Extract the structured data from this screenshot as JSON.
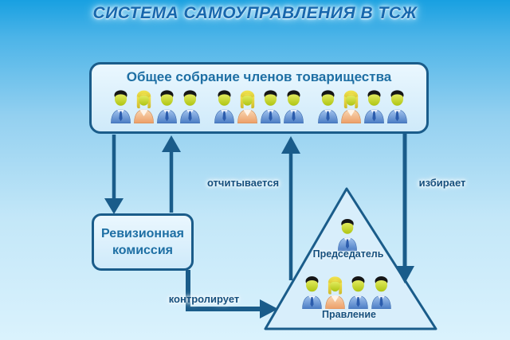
{
  "title": "СИСТЕМА САМОУПРАВЛЕНИЯ В ТСЖ",
  "meeting_box": {
    "label": "Общее собрание членов товарищества",
    "member_groups": [
      [
        "man",
        "woman",
        "man",
        "man"
      ],
      [
        "man",
        "woman",
        "man",
        "man"
      ],
      [
        "man",
        "woman",
        "man",
        "man"
      ]
    ]
  },
  "revision_box": {
    "line1": "Ревизионная",
    "line2": "комиссия"
  },
  "pyramid": {
    "chairman_label": "Председатель",
    "chairman_members": [
      "man"
    ],
    "board_label": "Правление",
    "board_members": [
      "man",
      "woman",
      "man",
      "man"
    ]
  },
  "arrows": {
    "reports_label": "отчитывается",
    "elects_label": "избирает",
    "controls_label": "контролирует"
  },
  "colors": {
    "background_top": "#18a0e1",
    "background_upper": "#4cb4e8",
    "background_mid": "#93d0f0",
    "background_lower": "#c3e7f8",
    "background_bottom": "#daf2fd",
    "box_fill_top": "#eaf7fe",
    "box_fill_bottom": "#cfeafa",
    "box_border": "#1a5c8a",
    "arrow_color": "#1a5c8a",
    "triangle_fill": "#d8eefb",
    "title_color": "#1767ad",
    "box_text_color": "#1e6fa4",
    "label_color": "#154f7d",
    "man_suit_color": "#5181c7",
    "woman_suit_color": "#ec9e67",
    "face_color": "#c6d62e",
    "man_hair_color": "#161616",
    "woman_hair_color": "#e0d13c"
  }
}
